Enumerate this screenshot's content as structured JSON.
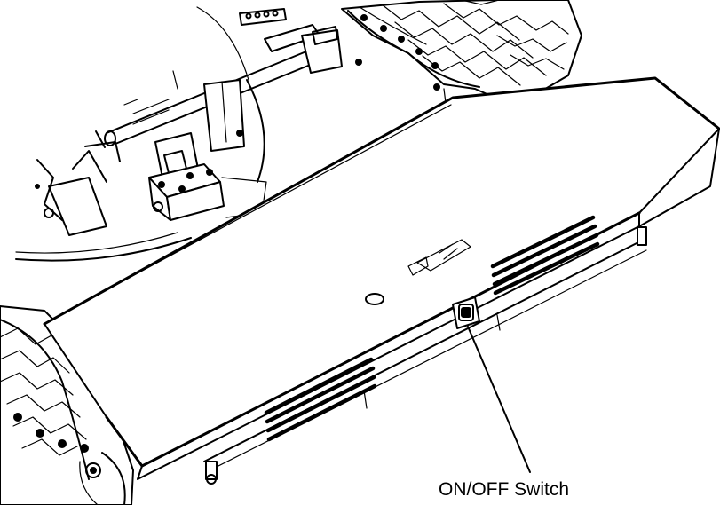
{
  "figure": {
    "callout": {
      "label": "ON/OFF Switch"
    },
    "components": [
      "conveyor-belt-left",
      "conveyor-belt-upper",
      "guard-cover",
      "onoff-switch",
      "rotary-turntable",
      "transfer-arm-assembly",
      "vent-slots-left",
      "vent-slots-right"
    ]
  }
}
